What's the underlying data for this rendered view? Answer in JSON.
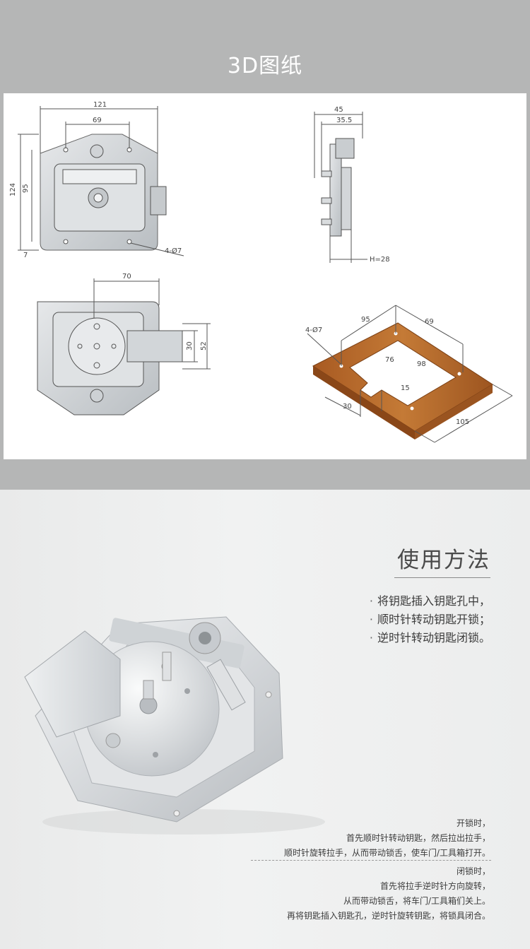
{
  "header": {
    "title": "3D图纸"
  },
  "drawing": {
    "front_view": {
      "dim_width": "121",
      "dim_key": "69",
      "dim_height": "124",
      "dim_inner": "95",
      "dim_bottom": "7",
      "hole_callout": "4-Ø7"
    },
    "side_view": {
      "dim_depth": "45",
      "dim_inner": "35.5",
      "label_h": "H=28"
    },
    "back_view": {
      "dim_offset": "70",
      "dim_bolt": "30",
      "dim_bolt_outer": "52"
    },
    "cutout_view": {
      "hole_callout": "4-Ø7",
      "dim_a": "95",
      "dim_b": "69",
      "dim_c": "76",
      "dim_d": "98",
      "dim_e": "15",
      "dim_f": "30",
      "dim_g": "105"
    }
  },
  "usage": {
    "heading": "使用方法",
    "steps": [
      "将钥匙插入钥匙孔中，",
      "顺时针转动钥匙开锁；",
      "逆时针转动钥匙闭锁。"
    ],
    "bullet": "·",
    "open_note": [
      "开锁时，",
      "首先顺时针转动钥匙，然后拉出拉手，",
      "顺时针旋转拉手，从而带动锁舌，使车门/工具箱打开。"
    ],
    "close_note": [
      "闭锁时，",
      "首先将拉手逆时针方向旋转，",
      "从而带动锁舌，将车门/工具箱们关上。",
      "再将钥匙插入钥匙孔，逆时针旋转钥匙，将锁具闭合。"
    ]
  },
  "colors": {
    "band": "#b5b6b6",
    "wood": "#b2682a",
    "steel": "#cfd3d6"
  }
}
